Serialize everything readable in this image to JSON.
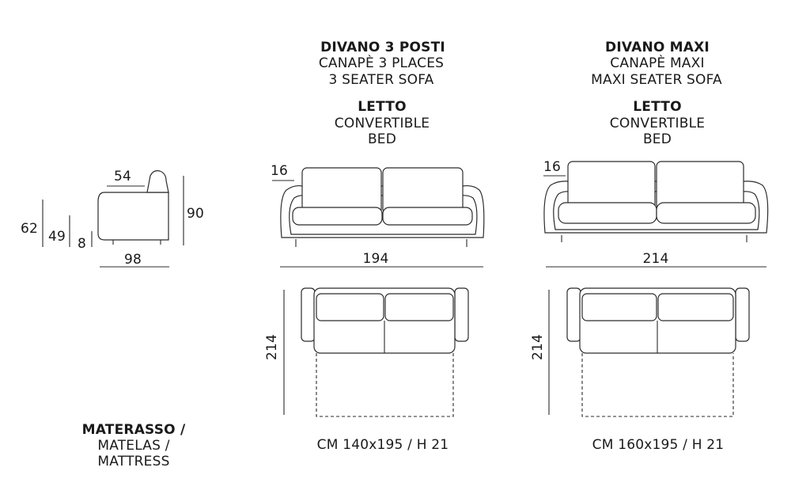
{
  "headers": {
    "left": {
      "title": "DIVANO 3 POSTI",
      "line2": "CANAPÈ 3 PLACES",
      "line3": "3 SEATER SOFA",
      "bed_title": "LETTO",
      "bed_line2": "CONVERTIBLE",
      "bed_line3": "BED"
    },
    "right": {
      "title": "DIVANO MAXI",
      "line2": "CANAPÈ MAXI",
      "line3": "MAXI SEATER SOFA",
      "bed_title": "LETTO",
      "bed_line2": "CONVERTIBLE",
      "bed_line3": "BED"
    }
  },
  "side_view": {
    "dim_depth_top": "54",
    "dim_height_total": "90",
    "dim_height_arm": "62",
    "dim_height_seat": "49",
    "dim_leg": "8",
    "dim_depth": "98"
  },
  "sofa_3_posti": {
    "dim_backrest": "16",
    "dim_width": "194",
    "dim_bed_length": "214",
    "mattress_spec": "CM 140x195 / H 21"
  },
  "sofa_maxi": {
    "dim_backrest": "16",
    "dim_width": "214",
    "dim_bed_length": "214",
    "mattress_spec": "CM 160x195 / H 21"
  },
  "mattress_label": {
    "line1": "MATERASSO /",
    "line2": "MATELAS /",
    "line3": "MATTRESS"
  }
}
